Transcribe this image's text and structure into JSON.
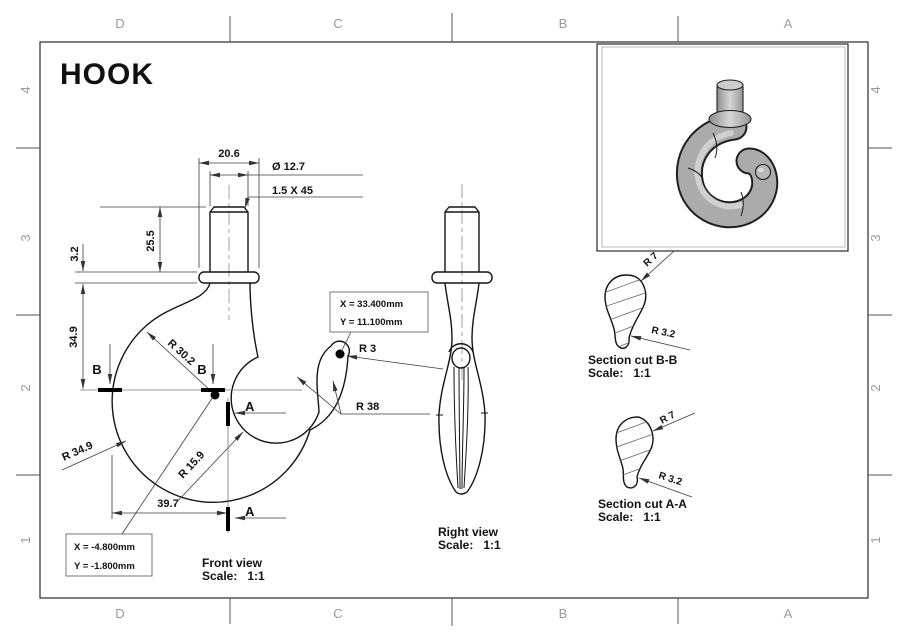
{
  "title": "HOOK",
  "border": {
    "cols": [
      "D",
      "C",
      "B",
      "A"
    ],
    "rows": [
      "4",
      "3",
      "2",
      "1"
    ]
  },
  "front": {
    "label": "Front view",
    "scale_label": "Scale:",
    "scale_value": "1:1",
    "dim_width": "20.6",
    "dim_dia": "Ø 12.7",
    "dim_chamfer": "1.5 X 45",
    "dim_shank": "25.5",
    "dim_collar": "3.2",
    "dim_height": "34.9",
    "r_inner": "R 30.2",
    "r_outer": "R 34.9",
    "r_throat": "R 15.9",
    "dim_base": "39.7",
    "r_tip": "R 3",
    "r_back": "R 38",
    "mark_a": "A",
    "mark_b": "B",
    "callout_tip": {
      "x": "X = 33.400mm",
      "y": "Y = 11.100mm"
    },
    "callout_center": {
      "x": "X = -4.800mm",
      "y": "Y = -1.800mm"
    }
  },
  "right_view": {
    "label": "Right view",
    "scale_label": "Scale:",
    "scale_value": "1:1"
  },
  "section_b": {
    "label": "Section cut B-B",
    "scale_label": "Scale:",
    "scale_value": "1:1",
    "r_top": "R 7",
    "r_tip": "R 3.2"
  },
  "section_a": {
    "label": "Section cut A-A",
    "scale_label": "Scale:",
    "scale_value": "1:1",
    "r_top": "R 7",
    "r_tip": "R 3.2"
  }
}
